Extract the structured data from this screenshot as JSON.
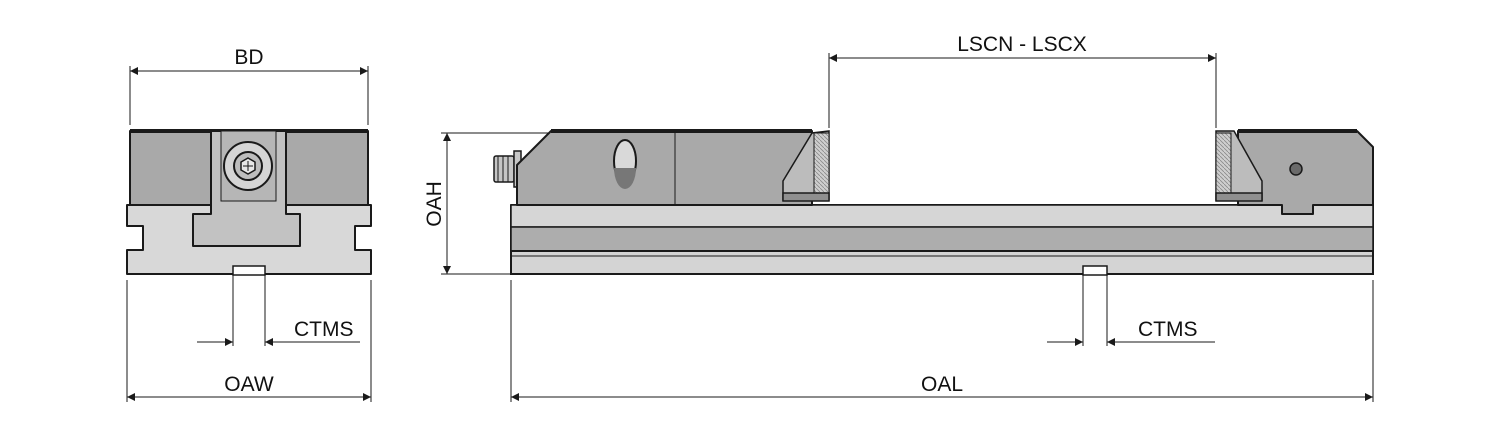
{
  "labels": {
    "bd": "BD",
    "ctms_left": "CTMS",
    "oaw": "OAW",
    "lscn_lscx": "LSCN - LSCX",
    "oah": "OAH",
    "ctms_right": "CTMS",
    "oal": "OAL"
  },
  "colors": {
    "body_dark": "#a9a9a9",
    "body_mid": "#bdbdbd",
    "body_light": "#dcdcdc",
    "outline": "#1a1a1a"
  }
}
